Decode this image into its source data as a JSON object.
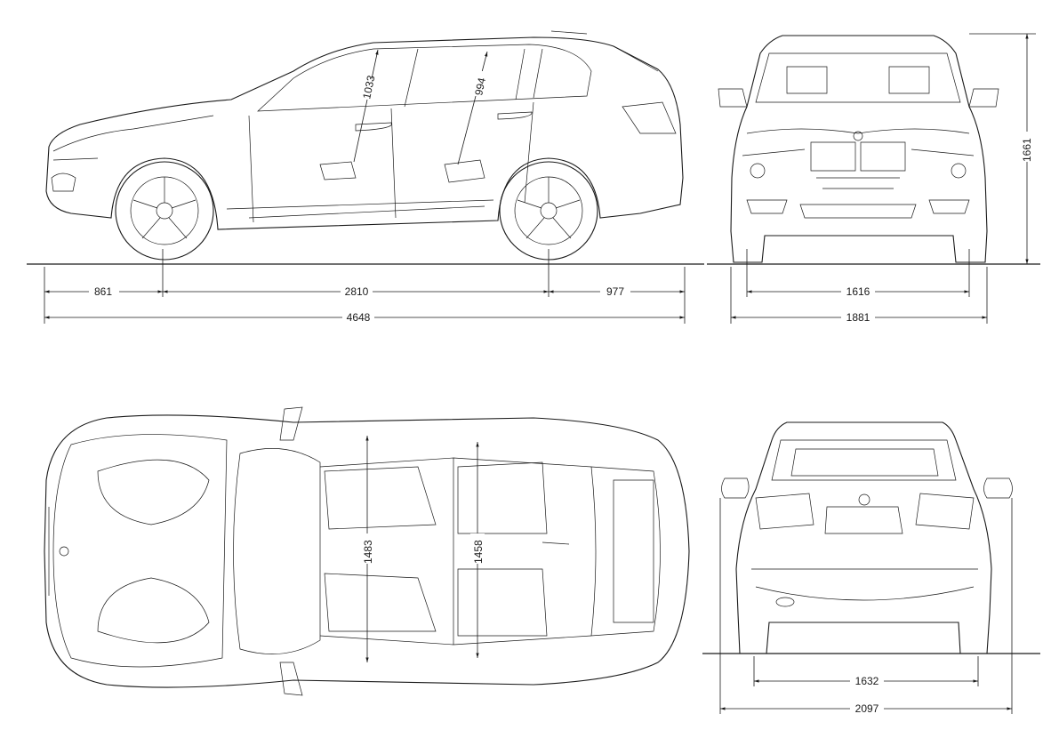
{
  "side_view": {
    "roof_headroom_front": "1033",
    "roof_headroom_rear": "994",
    "front_overhang": "861",
    "wheelbase": "2810",
    "rear_overhang": "977",
    "overall_length": "4648"
  },
  "front_view": {
    "height": "1661",
    "front_track": "1616",
    "width": "1881"
  },
  "top_view": {
    "front_shoulder_width": "1483",
    "rear_shoulder_width": "1458"
  },
  "rear_view": {
    "rear_track": "1632",
    "width_with_mirrors": "2097"
  }
}
